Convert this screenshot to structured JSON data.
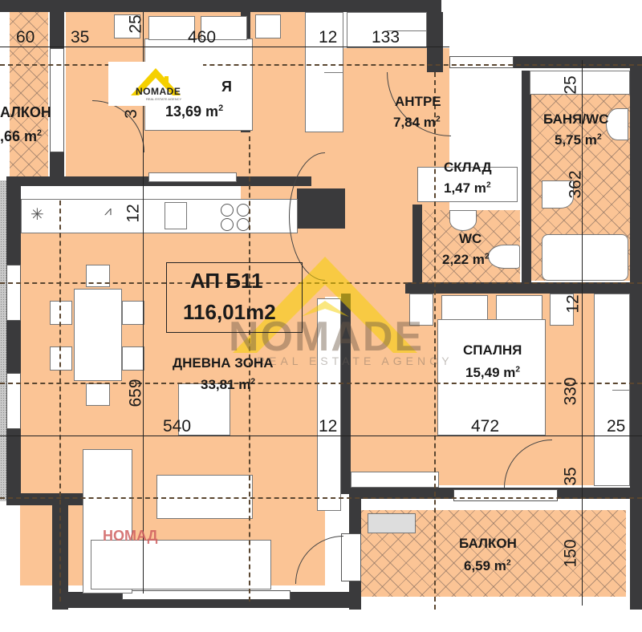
{
  "plan": {
    "apartment_id": "АП Б11",
    "total_area": "116,01m2",
    "brand": {
      "name": "NOMADE",
      "tagline": "REAL ESTATE AGENCY",
      "accent_color": "#f5d000",
      "watermark_text": "НОМАД",
      "watermark_color": "#d06060"
    },
    "colors": {
      "floor": "#fbc495",
      "wall": "#3a3a3c",
      "furniture": "#ffffff"
    }
  },
  "rooms": {
    "bedroom1": {
      "name": "Я",
      "area": "13,69 m",
      "unit_sup": "2"
    },
    "balcony_left": {
      "name": "АЛКОН",
      "area": ",66 m",
      "unit_sup": "2"
    },
    "antre": {
      "name": "АНТРЕ",
      "area": "7,84 m",
      "unit_sup": "2"
    },
    "bath": {
      "name": "БАНЯ/WC",
      "area": "5,75 m",
      "unit_sup": "2"
    },
    "storage": {
      "name": "СКЛАД",
      "area": "1,47 m",
      "unit_sup": "2"
    },
    "wc": {
      "name": "WC",
      "area": "2,22 m",
      "unit_sup": "2"
    },
    "living": {
      "name": "ДНЕВНА ЗОНА",
      "area": "33,81 m",
      "unit_sup": "2"
    },
    "bedroom2": {
      "name": "СПАЛНЯ",
      "area": "15,49 m",
      "unit_sup": "2"
    },
    "balcony_bottom": {
      "name": "БАЛКОН",
      "area": "6,59 m",
      "unit_sup": "2"
    }
  },
  "dimensions": {
    "d60": "60",
    "d35_top": "35",
    "d25_top": "25",
    "d460": "460",
    "d12_top": "12",
    "d133": "133",
    "d25_bath": "25",
    "d362": "362",
    "d3_bed": "3",
    "d12_kitchen": "12",
    "d659": "659",
    "d540": "540",
    "d12_mid": "12",
    "d472": "472",
    "d25_right": "25",
    "d12_bed2": "12",
    "d330": "330",
    "d35_right": "35",
    "d150": "150"
  }
}
